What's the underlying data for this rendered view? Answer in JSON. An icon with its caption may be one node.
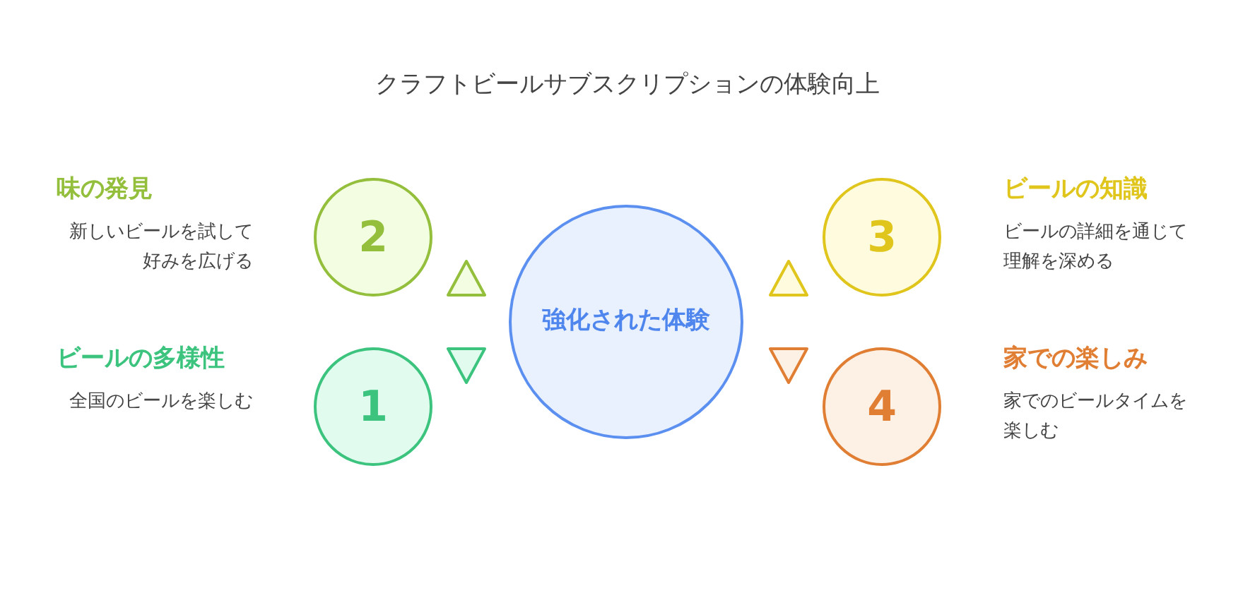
{
  "diagram": {
    "title": "クラフトビールサブスクリプションの体験向上",
    "nodes": [
      {
        "text": [
          "2"
        ],
        "beside": [
          "味の発見",
          "新しいビールを試して好みを広げる"
        ]
      },
      {
        "text": [
          "3"
        ],
        "beside": [
          "ビールの知識",
          "ビールの詳細を通じて理解を深める"
        ]
      },
      {
        "text": [
          "強化された体験"
        ]
      },
      {
        "text": [
          "1"
        ],
        "beside": [
          "ビールの多様性",
          "全国のビールを楽しむ"
        ]
      },
      {
        "text": [
          "4"
        ],
        "beside": [
          "家での楽しみ",
          "家でのビールタイムを楽しむ"
        ]
      }
    ],
    "edges": [
      {
        "from": 0,
        "to": 2,
        "arrow": "both"
      },
      {
        "from": 1,
        "to": 2,
        "arrow": "both"
      },
      {
        "from": 3,
        "to": 2,
        "arrow": "both"
      },
      {
        "from": 4,
        "to": 2,
        "arrow": "both"
      }
    ]
  }
}
